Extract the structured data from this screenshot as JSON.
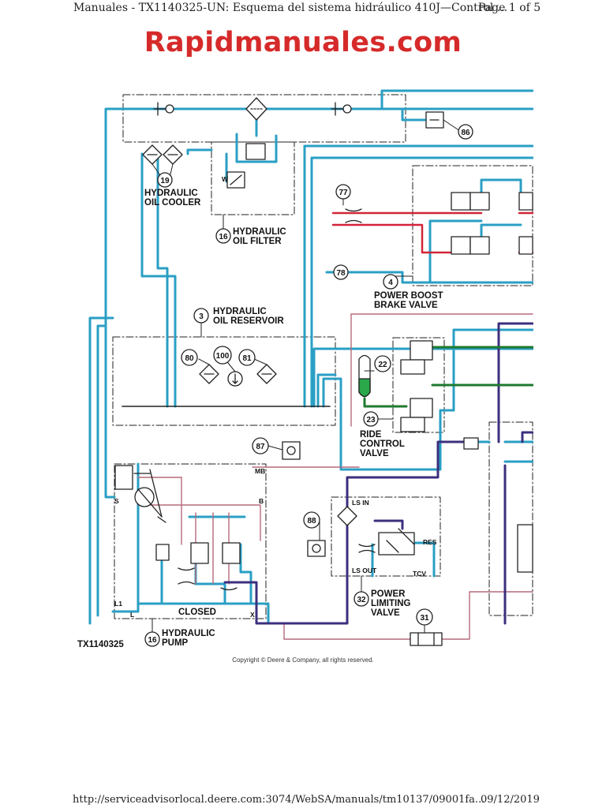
{
  "header": {
    "title": "Manuales - TX1140325-UN: Esquema del sistema hidráulico 410J—Control ...",
    "page": "Page 1 of 5"
  },
  "brand": {
    "text": "Rapidmanuales.com",
    "color": "#d62a2a"
  },
  "diagram": {
    "figure_id": "TX1140325",
    "colors": {
      "pressure": "#2a9fc4",
      "load_sense": "#d2243a",
      "pilot": "#b56a7a",
      "pump_output": "#3c2f7e",
      "ride_control": "#1f7a2f",
      "accumulator": "#2aa84a"
    },
    "callouts": {
      "c19": "19",
      "c16a": "16",
      "c77": "77",
      "c78": "78",
      "c4": "4",
      "c86": "86",
      "c3": "3",
      "c80": "80",
      "c100": "100",
      "c81": "81",
      "c22": "22",
      "c23": "23",
      "c87": "87",
      "c88": "88",
      "c32": "32",
      "c31": "31",
      "c16b": "16"
    },
    "labels": {
      "oil_cooler_1": "HYDRAULIC",
      "oil_cooler_2": "OIL COOLER",
      "oil_filter_1": "HYDRAULIC",
      "oil_filter_2": "OIL FILTER",
      "reservoir_1": "HYDRAULIC",
      "reservoir_2": "OIL RESERVOIR",
      "boost_1": "POWER BOOST",
      "boost_2": "BRAKE VALVE",
      "ride_1": "RIDE",
      "ride_2": "CONTROL",
      "ride_3": "VALVE",
      "plv_1": "POWER",
      "plv_2": "LIMITING",
      "plv_3": "VALVE",
      "pump_1": "HYDRAULIC",
      "pump_2": "PUMP",
      "closed": "CLOSED",
      "port_mb": "MB",
      "port_s": "S",
      "port_b": "B",
      "port_l1": "L1",
      "port_l": "L",
      "port_x": "X",
      "port_ls_in": "LS IN",
      "port_ls_out": "LS OUT",
      "port_res": "RES",
      "port_tcv": "TCV",
      "filter_w": "W"
    }
  },
  "copyright": "Copyright © Deere & Company, all rights reserved.",
  "footer": {
    "url": "http://serviceadvisorlocal.deere.com:3074/WebSA/manuals/tm10137/09001fa...",
    "date": "09/12/2019"
  }
}
